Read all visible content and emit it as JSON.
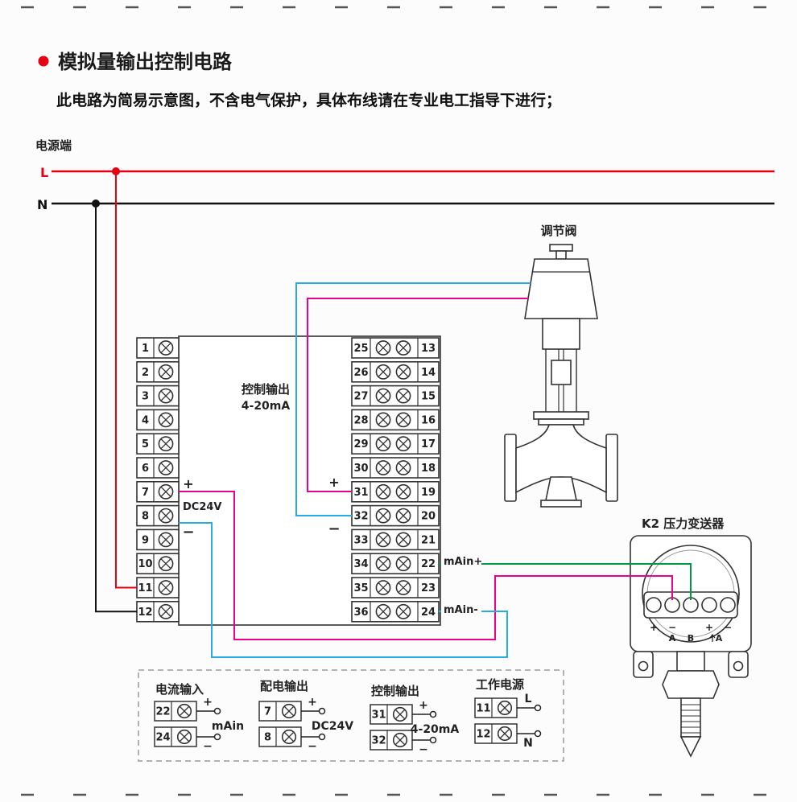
{
  "title": "模拟量输出控制电路",
  "subtitle": "此电路为简易示意图，不含电气保护，具体布线请在专业电工指导下进行；",
  "power": {
    "label": "电源端",
    "live": "L",
    "neutral": "N"
  },
  "terminals": {
    "left": [
      "1",
      "2",
      "3",
      "4",
      "5",
      "6",
      "7",
      "8",
      "9",
      "10",
      "11",
      "12"
    ],
    "mid_left": [
      "25",
      "26",
      "27",
      "28",
      "29",
      "30",
      "31",
      "32",
      "33",
      "34",
      "35",
      "36"
    ],
    "mid_right": [
      "13",
      "14",
      "15",
      "16",
      "17",
      "18",
      "19",
      "20",
      "21",
      "22",
      "23",
      "24"
    ]
  },
  "labels": {
    "control_output_line1": "控制输出",
    "control_output_line2": "4-20mA",
    "dc_plus": "+",
    "dc_name": "DC24V",
    "dc_minus": "−",
    "out_plus": "+",
    "out_minus": "−",
    "main_in_plus": "mAin+",
    "main_in_minus": "mAin-",
    "valve": "调节阀",
    "transmitter": "K2 压力变送器"
  },
  "transmitter_terminals": {
    "signs": [
      "+",
      "−",
      "+",
      "−"
    ],
    "terminal_a": "A",
    "terminal_b": "B",
    "arrow_label": "A"
  },
  "legend": {
    "groups": [
      {
        "title": "电流输入",
        "rows": [
          {
            "num": "22",
            "sign": "+"
          },
          {
            "num": "24",
            "sign": "−"
          }
        ],
        "center": "mAin"
      },
      {
        "title": "配电输出",
        "rows": [
          {
            "num": "7",
            "sign": "+"
          },
          {
            "num": "8",
            "sign": "−"
          }
        ],
        "center": "DC24V"
      },
      {
        "title": "控制输出",
        "rows": [
          {
            "num": "31",
            "sign": "+"
          },
          {
            "num": "32",
            "sign": "−"
          }
        ],
        "center": "4-20mA"
      },
      {
        "title": "工作电源",
        "rows": [
          {
            "num": "11",
            "sign": "L"
          },
          {
            "num": "12",
            "sign": "N"
          }
        ],
        "center": ""
      }
    ]
  },
  "colors": {
    "red": "#e60012",
    "black": "#111111",
    "magenta": "#ec008c",
    "blue": "#29abe2",
    "green": "#009944",
    "ink": "#222222"
  }
}
